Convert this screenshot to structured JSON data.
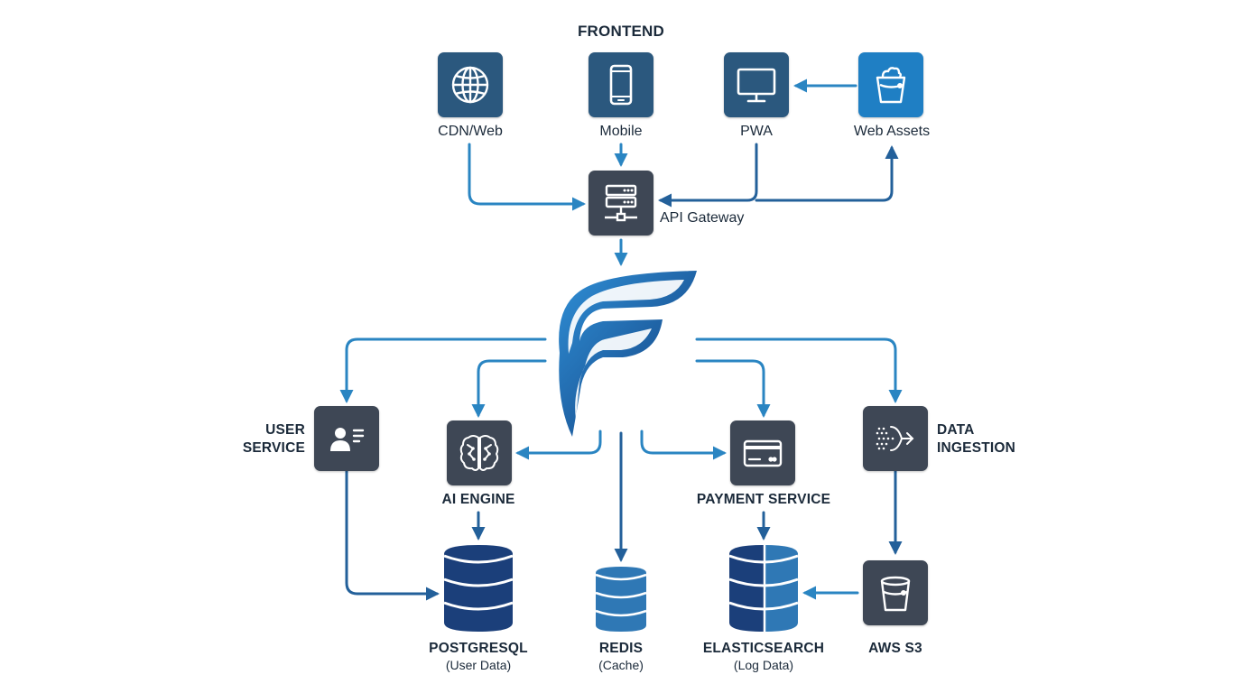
{
  "diagram": {
    "frontend_heading": "FRONTEND",
    "nodes": {
      "cdn_web": "CDN/Web",
      "mobile": "Mobile",
      "pwa": "PWA",
      "web_assets": "Web Assets",
      "api_gateway": "API Gateway",
      "user_service_line1": "USER",
      "user_service_line2": "SERVICE",
      "ai_engine": "AI ENGINE",
      "payment_service": "PAYMENT SERVICE",
      "data_ingestion_line1": "DATA",
      "data_ingestion_line2": "INGESTION",
      "postgresql": "POSTGRESQL",
      "postgresql_sub": "(User Data)",
      "redis": "REDIS",
      "redis_sub": "(Cache)",
      "elasticsearch": "ELASTICSEARCH",
      "elasticsearch_sub": "(Log Data)",
      "aws_s3": "AWS S3"
    },
    "colors": {
      "dark_box": "#3e4755",
      "navy_box": "#2b587e",
      "bright_box": "#1f7fc4",
      "arrow": "#2a85c2",
      "arrow_dark": "#23609a",
      "db_navy": "#1b3f7a",
      "db_blue": "#2f78b5"
    },
    "icons": {
      "cdn_web": "globe-icon",
      "mobile": "smartphone-icon",
      "pwa": "monitor-icon",
      "web_assets": "bucket-icon",
      "api_gateway": "server-icon",
      "user_service": "id-card-icon",
      "ai_engine": "brain-icon",
      "payment_service": "credit-card-icon",
      "data_ingestion": "funnel-arrow-icon",
      "aws_s3": "bucket-icon",
      "center_logo": "f-logo-icon"
    }
  }
}
